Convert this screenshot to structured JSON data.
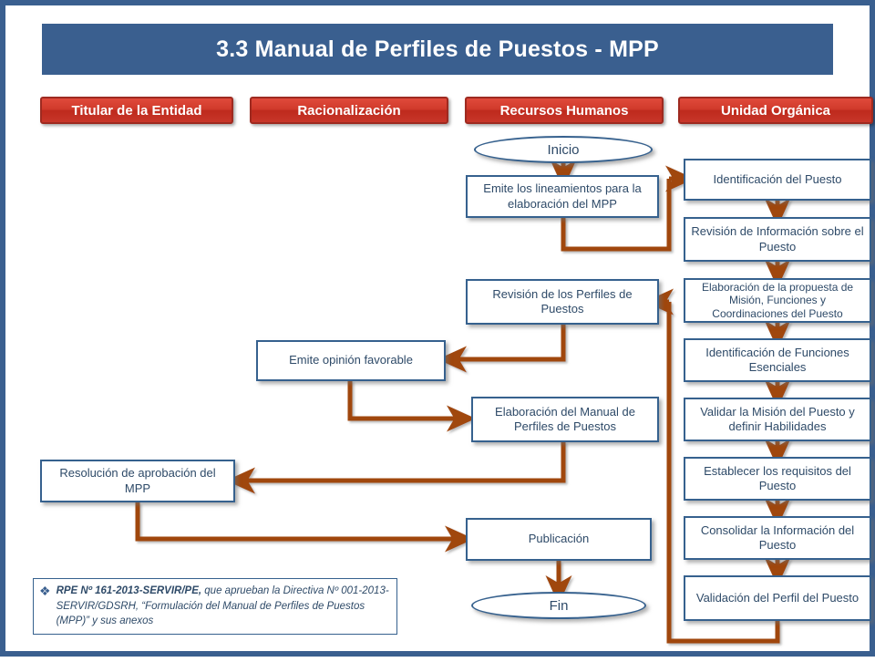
{
  "page": {
    "frame_color": "#3A5F8F",
    "background": "#ffffff"
  },
  "header": {
    "title": "3.3  Manual de Perfiles de Puestos - MPP",
    "banner_color": "#3A5F8F",
    "title_color": "#ffffff"
  },
  "columns": [
    {
      "label": "Titular de la Entidad",
      "color": "#C8362A"
    },
    {
      "label": "Racionalización",
      "color": "#C8362A"
    },
    {
      "label": "Recursos Humanos",
      "color": "#C8362A"
    },
    {
      "label": "Unidad Orgánica",
      "color": "#C8362A"
    }
  ],
  "nodes": {
    "inicio": {
      "label": "Inicio",
      "shape": "terminator"
    },
    "fin": {
      "label": "Fin",
      "shape": "terminator"
    },
    "emite_lineamientos": {
      "label": "Emite los lineamientos para la elaboración del MPP",
      "shape": "process"
    },
    "revision_perfiles": {
      "label": "Revisión de los Perfiles de Puestos",
      "shape": "process"
    },
    "elaboracion_manual": {
      "label": "Elaboración del Manual de Perfiles de Puestos",
      "shape": "process"
    },
    "publicacion": {
      "label": "Publicación",
      "shape": "process"
    },
    "emite_opinion": {
      "label": "Emite opinión favorable",
      "shape": "process"
    },
    "resolucion": {
      "label": "Resolución de aprobación del MPP",
      "shape": "process"
    },
    "identificacion_puesto": {
      "label": "Identificación del Puesto",
      "shape": "process"
    },
    "revision_informacion": {
      "label": "Revisión de Información sobre el Puesto",
      "shape": "process"
    },
    "elaboracion_propuesta": {
      "label": "Elaboración de la propuesta de Misión, Funciones y Coordinaciones del Puesto",
      "shape": "process"
    },
    "identificacion_funciones": {
      "label": "Identificación de  Funciones Esenciales",
      "shape": "process"
    },
    "validar_mision": {
      "label": "Validar la Misión del Puesto y definir Habilidades",
      "shape": "process"
    },
    "establecer_requisitos": {
      "label": "Establecer los requisitos del Puesto",
      "shape": "process"
    },
    "consolidar_informacion": {
      "label": "Consolidar la Información del Puesto",
      "shape": "process"
    },
    "validacion_perfil": {
      "label": "Validación del Perfil del Puesto",
      "shape": "process"
    }
  },
  "note": {
    "bullet": "diamond-bullet-icon",
    "bold_part": "RPE Nº 161-2013-SERVIR/PE,",
    "rest": " que aprueban la Directiva Nº 001-2013- SERVIR/GDSRH, “Formulación del Manual de Perfiles de Puestos (MPP)” y sus anexos"
  },
  "style": {
    "box_border": "#36618E",
    "box_text": "#2E4A68",
    "arrow_color": "#A0460E"
  }
}
